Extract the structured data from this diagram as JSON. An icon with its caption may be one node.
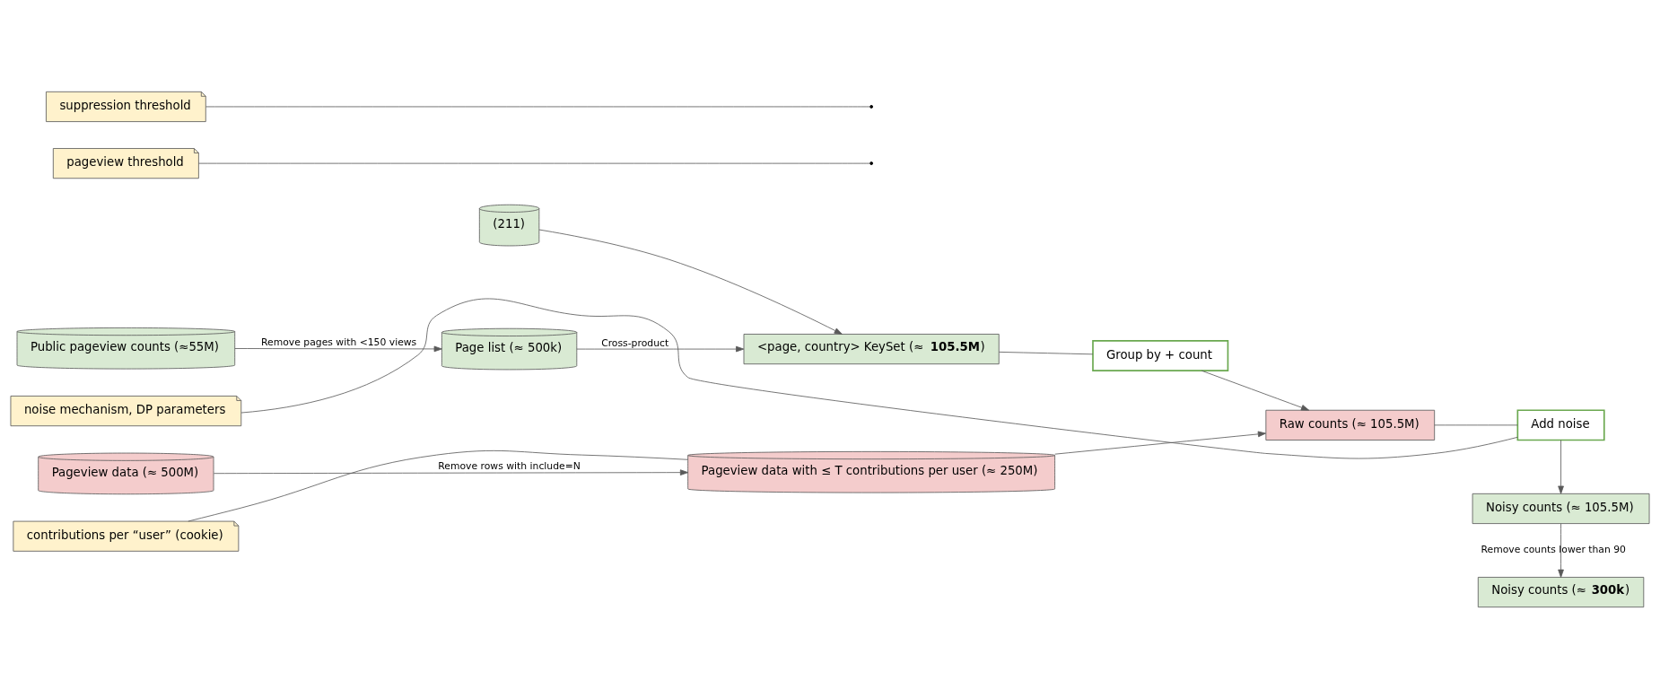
{
  "diagram": {
    "nodes": [
      {
        "text": [
          "Public pageview counts (≈55M)"
        ]
      },
      {
        "text": [
          "(211)"
        ]
      },
      {
        "text": [
          "Page list (≈ 500k)"
        ]
      },
      {
        "text": [
          "<page, country> KeySet (≈ **105.5M**)"
        ]
      },
      {
        "text": [
          "Noisy counts (≈ **300k**)"
        ]
      },
      {
        "text": [
          "Noisy counts (≈ 105.5M)"
        ]
      },
      {
        "text": [
          "Pageview data (≈ 500M)"
        ]
      },
      {
        "text": [
          "Pageview data with ≤ T contributions per user (≈ 250M)"
        ]
      },
      {
        "text": [
          "Group by + count"
        ]
      },
      {
        "text": [
          "Raw counts (≈ 105.5M)"
        ]
      },
      {
        "text": [
          "Add noise"
        ]
      },
      {
        "text": [
          "pageview threshold"
        ]
      },
      {
        "text": [
          "suppression threshold"
        ]
      },
      {
        "text": [
          "noise mechanism, DP parameters"
        ]
      },
      {
        "text": [
          "contributions per “user” (cookie)"
        ]
      }
    ],
    "edges": [
      {
        "from": 0,
        "to": 2,
        "arrow": "to",
        "label": "Remove pages with <150 views"
      },
      {
        "from": 1,
        "to": 3,
        "arrow": "to"
      },
      {
        "from": 2,
        "to": 3,
        "arrow": "to",
        "label": "Cross-product"
      },
      {
        "from": 6,
        "to": 7,
        "arrow": "to",
        "label": "Remove rows with include=N"
      },
      {
        "from": 7,
        "to": 9,
        "arrow": "to"
      },
      {
        "from": 3,
        "to": 8,
        "arrow": "none"
      },
      {
        "from": 8,
        "to": 9,
        "arrow": "to"
      },
      {
        "from": 9,
        "to": 10,
        "arrow": "none"
      },
      {
        "from": 10,
        "to": 5,
        "arrow": "to"
      },
      {
        "from": 5,
        "to": 4,
        "arrow": "to",
        "label": "Remove counts lower than 90"
      },
      {
        "from": 11,
        "to": null,
        "arrow": "none"
      },
      {
        "from": 12,
        "to": null,
        "arrow": "none"
      },
      {
        "from": 13,
        "to": 10,
        "arrow": "none"
      },
      {
        "from": 14,
        "to": 7,
        "arrow": "none"
      }
    ]
  }
}
